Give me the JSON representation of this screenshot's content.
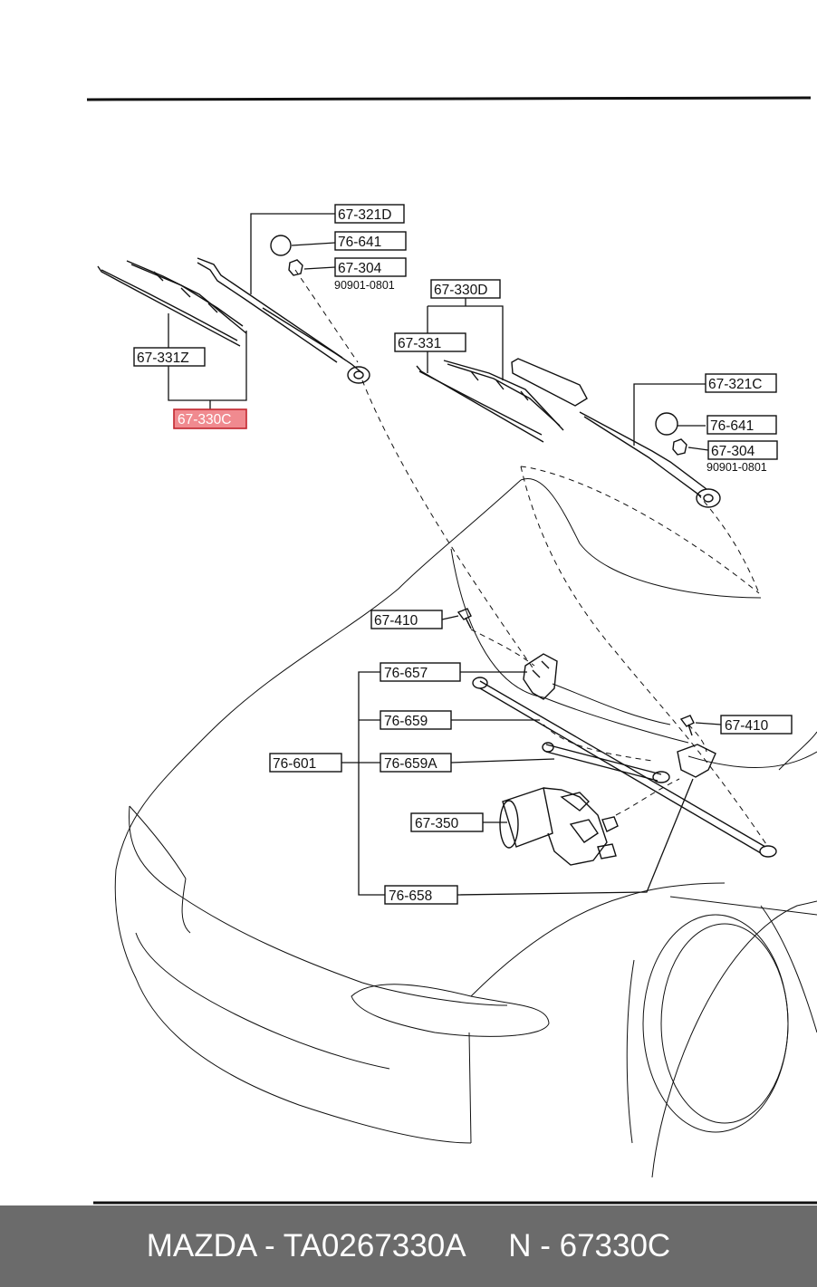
{
  "labels": {
    "l_67_321D": "67-321D",
    "l_76_641_a": "76-641",
    "l_67_304_a": "67-304",
    "s_90901_a": "90901-0801",
    "l_67_331Z": "67-331Z",
    "l_67_330C": "67-330C",
    "l_67_330D": "67-330D",
    "l_67_331": "67-331",
    "l_67_321C": "67-321C",
    "l_76_641_b": "76-641",
    "l_67_304_b": "67-304",
    "s_90901_b": "90901-0801",
    "l_67_410_a": "67-410",
    "l_76_657": "76-657",
    "l_76_659": "76-659",
    "l_76_601": "76-601",
    "l_76_659A": "76-659A",
    "l_67_410_b": "67-410",
    "l_67_350": "67-350",
    "l_76_658": "76-658"
  },
  "highlighted_part": "67-330C",
  "colors": {
    "highlight_fill": "#f08a8f",
    "highlight_border": "#c2262e",
    "footer_bg": "#6b6b6b",
    "footer_text": "#ffffff"
  },
  "footer": {
    "text": "MAZDA - TA0267330A     N - 67330C"
  }
}
